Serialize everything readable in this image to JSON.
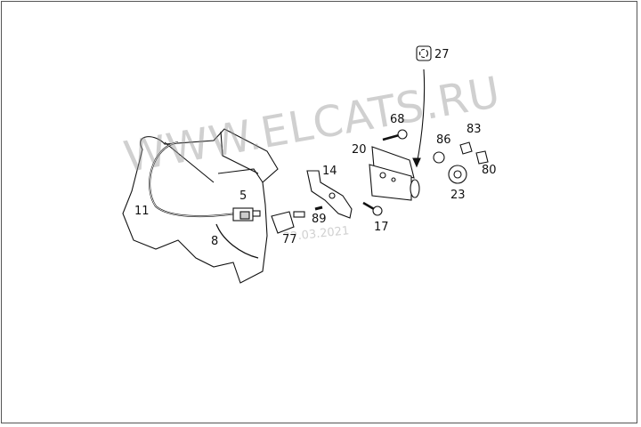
{
  "watermark": "WWW.ELCATS.RU",
  "date_stamp": "22.03.2021",
  "labels": {
    "p27": "27",
    "p68": "68",
    "p86": "86",
    "p83": "83",
    "p20": "20",
    "p80": "80",
    "p14": "14",
    "p23": "23",
    "p5": "5",
    "p11": "11",
    "p8": "8",
    "p89": "89",
    "p77": "77",
    "p17": "17"
  },
  "icons": {
    "p27": "grommet-icon"
  }
}
